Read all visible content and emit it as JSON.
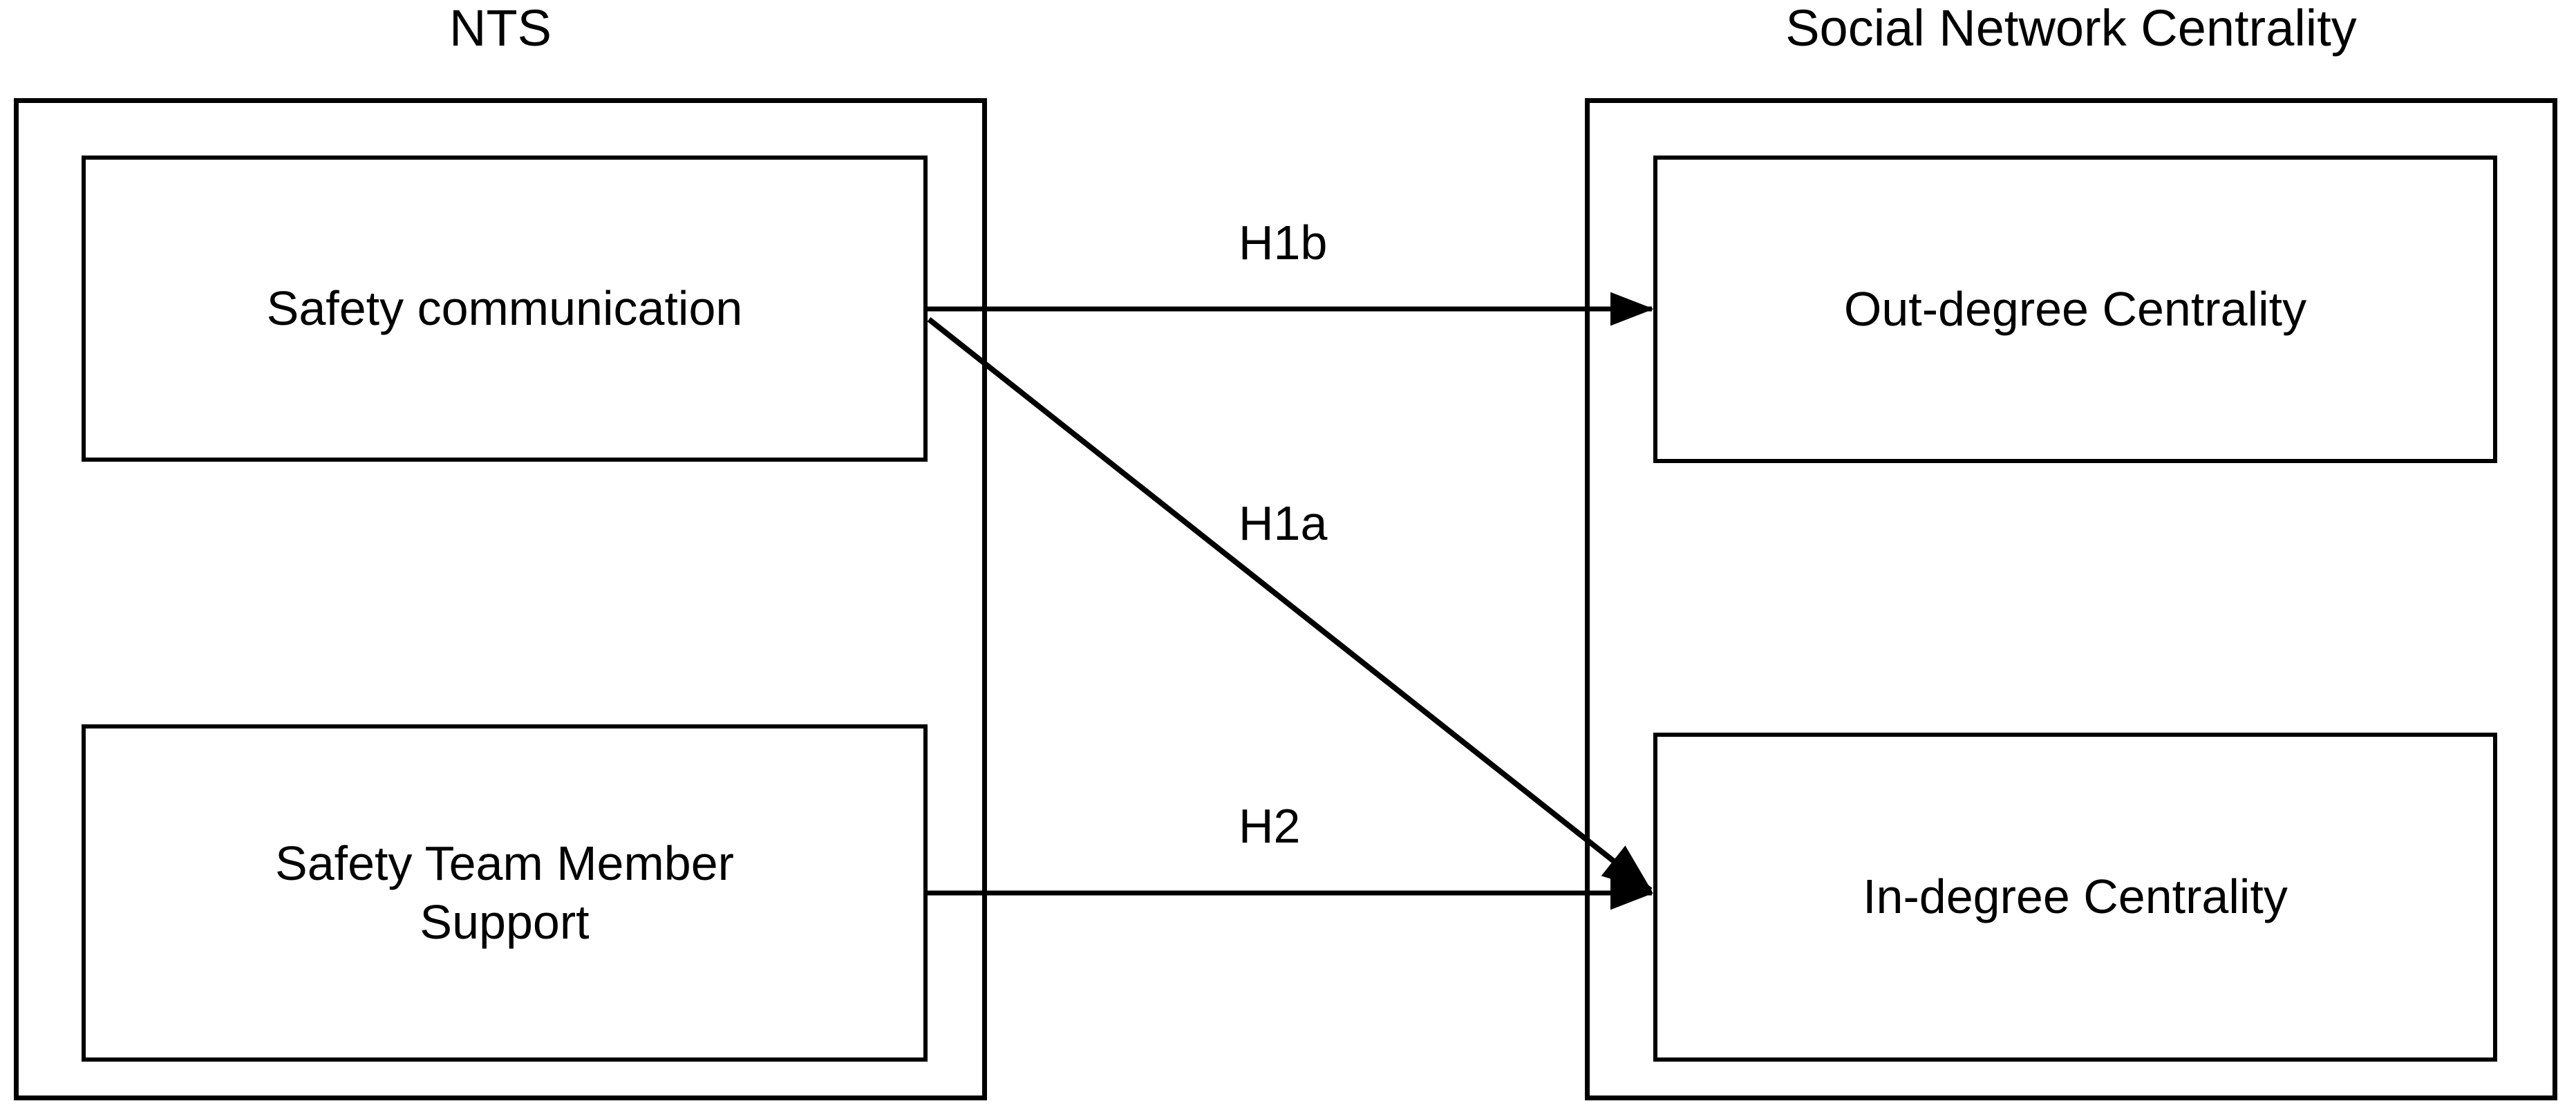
{
  "figure": {
    "type": "conceptual-research-model",
    "groups": [
      {
        "id": "nts",
        "title": "NTS",
        "constructs": [
          {
            "id": "safety-communication",
            "label": "Safety communication"
          },
          {
            "id": "safety-team-member-support",
            "label": "Safety Team Member\nSupport"
          }
        ]
      },
      {
        "id": "social-network-centrality",
        "title": "Social Network Centrality",
        "constructs": [
          {
            "id": "out-degree-centrality",
            "label": "Out-degree Centrality"
          },
          {
            "id": "in-degree-centrality",
            "label": "In-degree Centrality"
          }
        ]
      }
    ],
    "hypotheses": [
      {
        "id": "h1b",
        "label": "H1b",
        "from": "safety-communication",
        "to": "out-degree-centrality",
        "style": "horizontal"
      },
      {
        "id": "h1a",
        "label": "H1a",
        "from": "safety-communication",
        "to": "in-degree-centrality",
        "style": "diagonal"
      },
      {
        "id": "h2",
        "label": "H2",
        "from": "safety-team-member-support",
        "to": "in-degree-centrality",
        "style": "horizontal"
      }
    ],
    "colors": {
      "stroke": "#000000",
      "background": "#ffffff",
      "text": "#000000"
    }
  }
}
